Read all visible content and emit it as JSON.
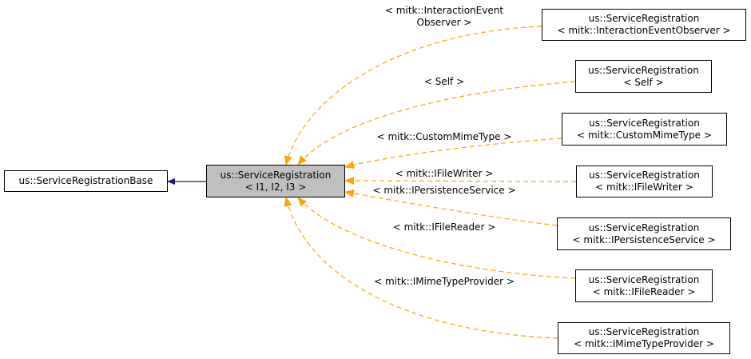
{
  "colors": {
    "inherit_edge": "#191970",
    "template_edge": "#ffa500",
    "center_fill": "#bfbfbf"
  },
  "base": {
    "label": "us::ServiceRegistrationBase"
  },
  "center": {
    "line1": "us::ServiceRegistration",
    "line2": "< I1, I2, I3 >"
  },
  "derived": [
    {
      "line1": "us::ServiceRegistration",
      "line2": "< mitk::InteractionEventObserver >",
      "edge_line1": "< mitk::InteractionEvent",
      "edge_line2": "Observer >"
    },
    {
      "line1": "us::ServiceRegistration",
      "line2": "< Self >",
      "edge_line1": "< Self >",
      "edge_line2": ""
    },
    {
      "line1": "us::ServiceRegistration",
      "line2": "< mitk::CustomMimeType >",
      "edge_line1": "< mitk::CustomMimeType >",
      "edge_line2": ""
    },
    {
      "line1": "us::ServiceRegistration",
      "line2": "< mitk::IFileWriter >",
      "edge_line1": "< mitk::IFileWriter >",
      "edge_line2": ""
    },
    {
      "line1": "us::ServiceRegistration",
      "line2": "< mitk::IPersistenceService >",
      "edge_line1": "< mitk::IPersistenceService >",
      "edge_line2": ""
    },
    {
      "line1": "us::ServiceRegistration",
      "line2": "< mitk::IFileReader >",
      "edge_line1": "< mitk::IFileReader >",
      "edge_line2": ""
    },
    {
      "line1": "us::ServiceRegistration",
      "line2": "< mitk::IMimeTypeProvider >",
      "edge_line1": "< mitk::IMimeTypeProvider >",
      "edge_line2": ""
    }
  ]
}
